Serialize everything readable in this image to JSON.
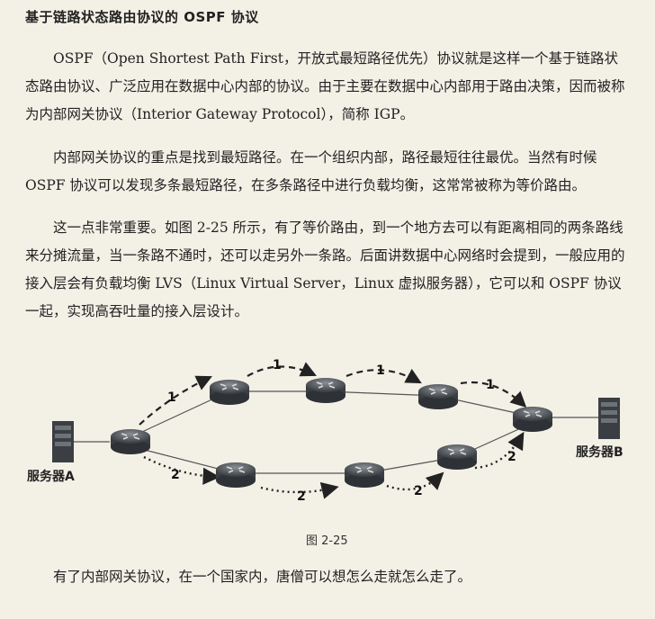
{
  "section_title": "基于链路状态路由协议的 OSPF 协议",
  "paragraphs": [
    "OSPF（Open Shortest Path First，开放式最短路径优先）协议就是这样一个基于链路状态路由协议、广泛应用在数据中心内部的协议。由于主要在数据中心内部用于路由决策，因而被称为内部网关协议（Interior Gateway Protocol），简称 IGP。",
    "内部网关协议的重点是找到最短路径。在一个组织内部，路径最短往往最优。当然有时候 OSPF 协议可以发现多条最短路径，在多条路径中进行负载均衡，这常常被称为等价路由。",
    "这一点非常重要。如图 2-25 所示，有了等价路由，到一个地方去可以有距离相同的两条路线来分摊流量，当一条路不通时，还可以走另外一条路。后面讲数据中心网络时会提到，一般应用的接入层会有负载均衡 LVS（Linux Virtual Server，Linux 虚拟服务器），它可以和 OSPF 协议一起，实现高吞吐量的接入层设计。",
    "有了内部网关协议，在一个国家内，唐僧可以想怎么走就怎么走了。"
  ],
  "figure": {
    "caption": "图 2-25",
    "server_a": "服务器A",
    "server_b": "服务器B",
    "path1_label": "1",
    "path2_label": "2"
  }
}
